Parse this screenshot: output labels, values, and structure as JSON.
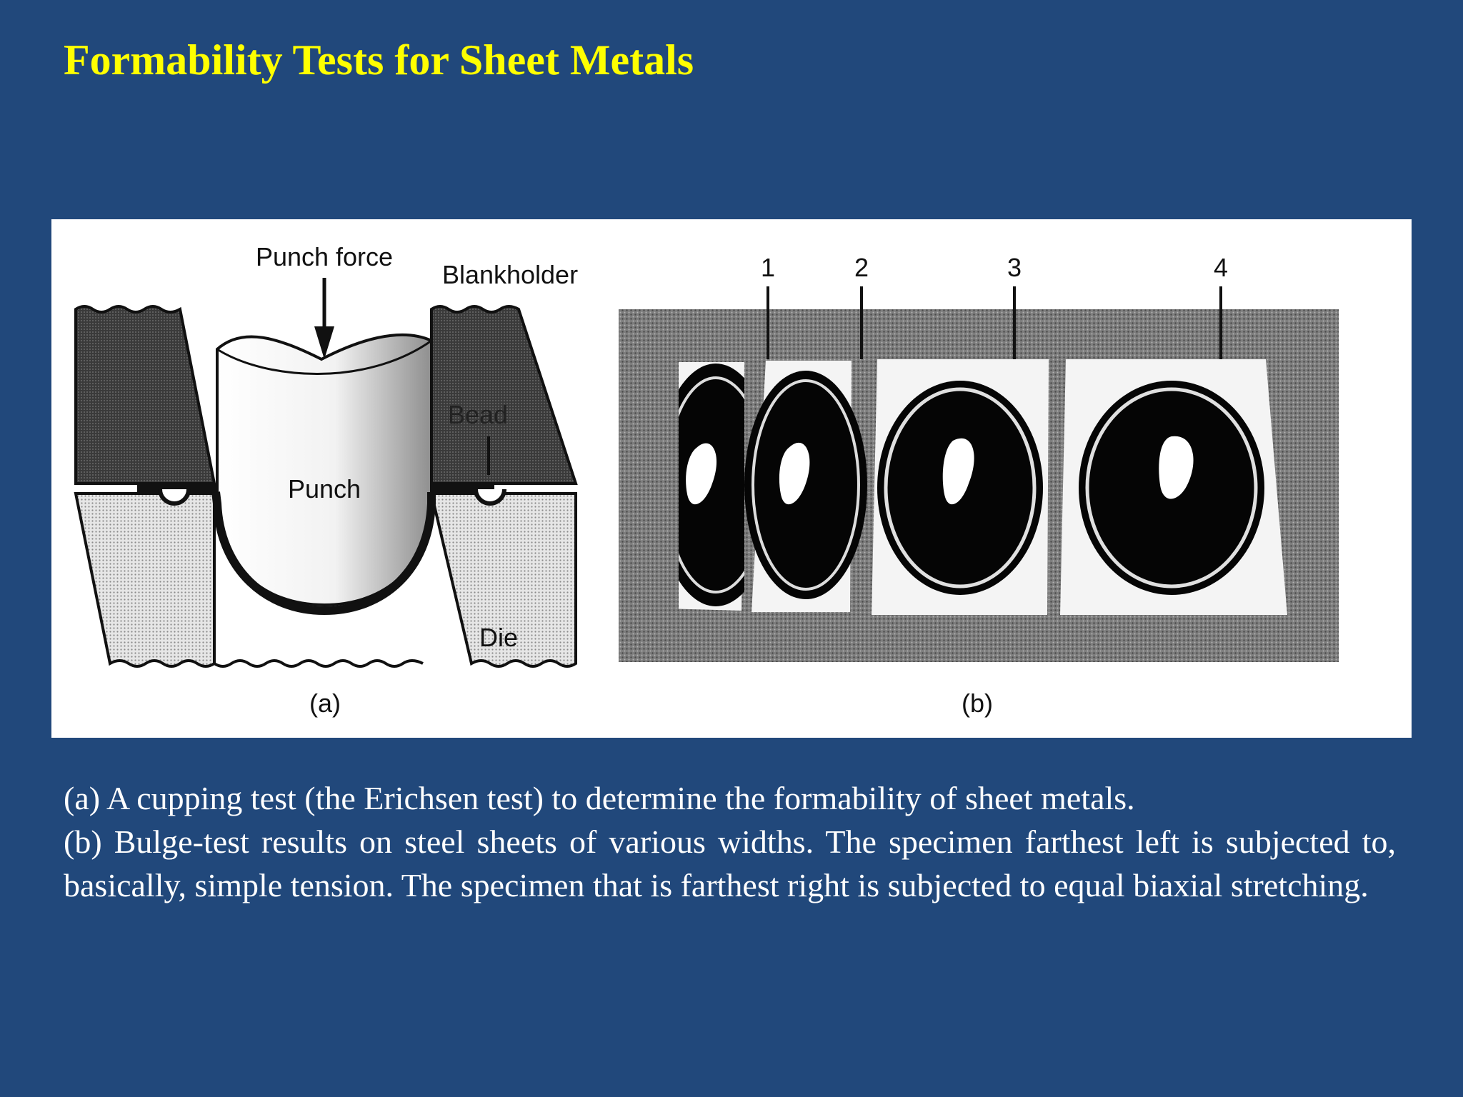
{
  "slide": {
    "title": "Formability Tests for Sheet Metals"
  },
  "figure": {
    "panel_a": {
      "label_punch_force": "Punch force",
      "label_blankholder": "Blankholder",
      "label_bead": "Bead",
      "label_punch": "Punch",
      "label_die": "Die",
      "panel_label": "(a)"
    },
    "panel_b": {
      "specimen_numbers": [
        "1",
        "2",
        "3",
        "4"
      ],
      "panel_label": "(b)"
    }
  },
  "caption": {
    "line_a": "(a)  A cupping test (the Erichsen test) to determine the formability of sheet metals.",
    "line_b": "(b) Bulge-test results on steel sheets of various widths. The specimen farthest left is subjected to, basically, simple tension. The specimen that is farthest right is subjected to equal biaxial stretching."
  },
  "colors": {
    "background": "#21487b",
    "title": "#ffff00",
    "caption_text": "#ffffff",
    "figure_background": "#ffffff"
  }
}
